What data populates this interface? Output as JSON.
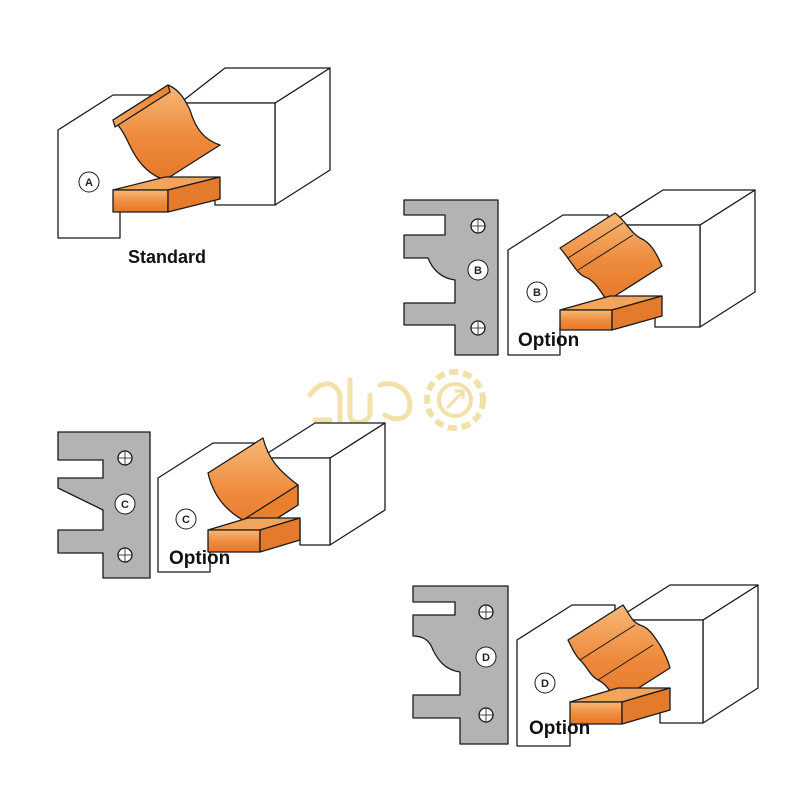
{
  "colors": {
    "block_fill": "#ffffff",
    "outline": "#1a1a1a",
    "profile_orange": "#ee8a3c",
    "profile_orange_light": "#f6b36e",
    "knife_gray": "#b3b3b3",
    "watermark": "#f0dc9a"
  },
  "figures": [
    {
      "id": "A",
      "marker": "A",
      "caption": "Standard",
      "has_knife": false
    },
    {
      "id": "B",
      "marker": "B",
      "knife_marker": "B",
      "caption": "Option",
      "has_knife": true
    },
    {
      "id": "C",
      "marker": "C",
      "knife_marker": "C",
      "caption": "Option",
      "has_knife": true
    },
    {
      "id": "D",
      "marker": "D",
      "knife_marker": "D",
      "caption": "Option",
      "has_knife": true
    }
  ],
  "watermark": {
    "icon": "saw-blade-logo-icon"
  }
}
